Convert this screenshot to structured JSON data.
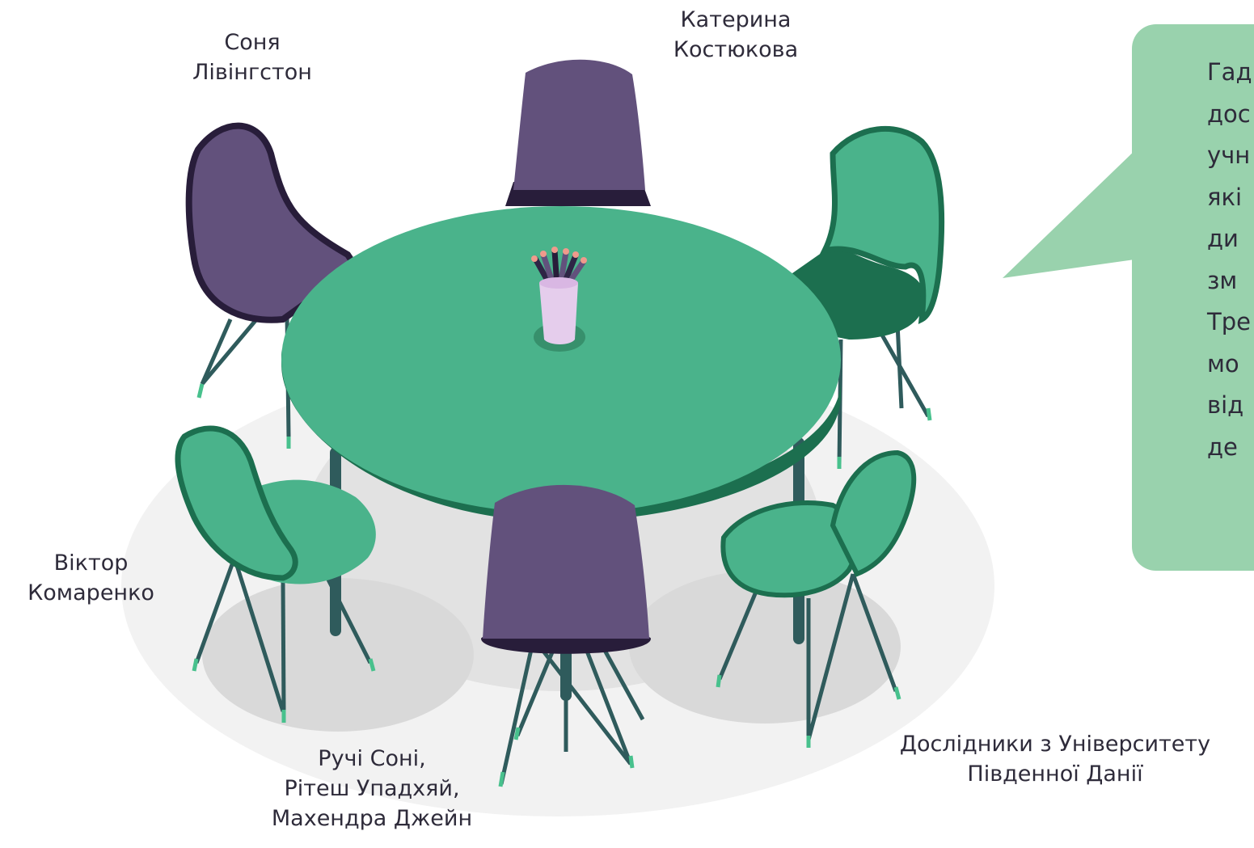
{
  "labels": {
    "sonia": [
      "Соня",
      "Лівінгстон"
    ],
    "kateryna": [
      "Катерина",
      "Костюкова"
    ],
    "viktor": [
      "Віктор",
      "Комаренко"
    ],
    "team": [
      "Ручі Соні,",
      "Рітеш Упадхяй,",
      "Махендра Джейн"
    ],
    "researchers": [
      "Дослідники з Університету",
      "Південної Данії"
    ]
  },
  "bubble": {
    "lines": [
      "Гад",
      "дос",
      "учн",
      "які",
      "ди",
      "зм",
      "Тре",
      "мо",
      "від",
      "де"
    ]
  },
  "colors": {
    "green": "#4ab38b",
    "dark_green": "#1c6f4f",
    "purple": "#62517c",
    "dark_purple": "#281d3a",
    "leg": "#2f5b5c",
    "bubble": "#99d2ad",
    "cup": "#e5cdec"
  }
}
